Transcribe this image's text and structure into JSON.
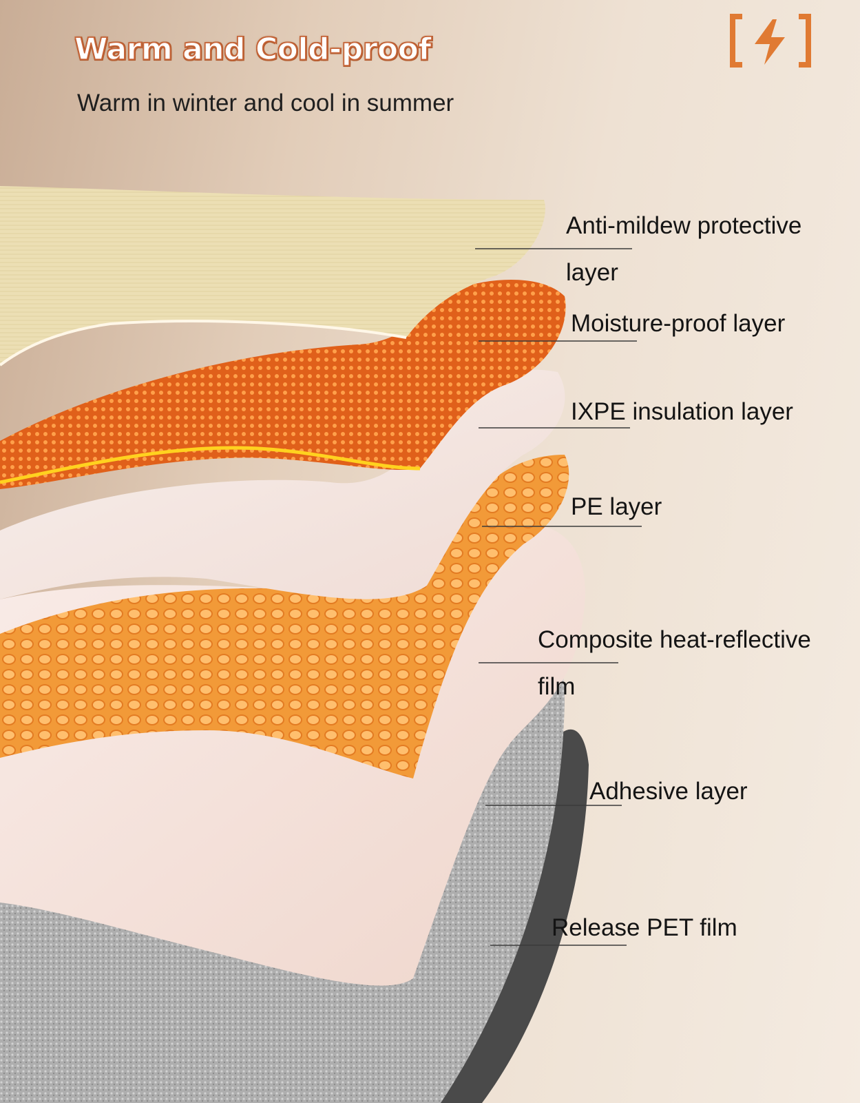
{
  "header": {
    "title": "Warm and Cold-proof",
    "subtitle": "Warm in winter and cool in summer",
    "logo_icon": "lightning-bolt-icon"
  },
  "layers": [
    {
      "line1": "Anti-mildew protective",
      "line2": "layer"
    },
    {
      "line1": "Moisture-proof layer",
      "line2": ""
    },
    {
      "line1": "IXPE insulation layer",
      "line2": ""
    },
    {
      "line1": "PE layer",
      "line2": ""
    },
    {
      "line1": "Composite heat-reflective",
      "line2": "film"
    },
    {
      "line1": "Adhesive layer",
      "line2": ""
    },
    {
      "line1": "Release PET film",
      "line2": ""
    }
  ],
  "colors": {
    "accent": "#e07a33",
    "fabric": "#eadcb0",
    "orange_mesh": "#e8651a",
    "pe_mesh": "#f29a38",
    "foam": "#f3e7e1",
    "foil": "#a9a9a9",
    "release": "#4a4a4a",
    "text": "#141414"
  }
}
